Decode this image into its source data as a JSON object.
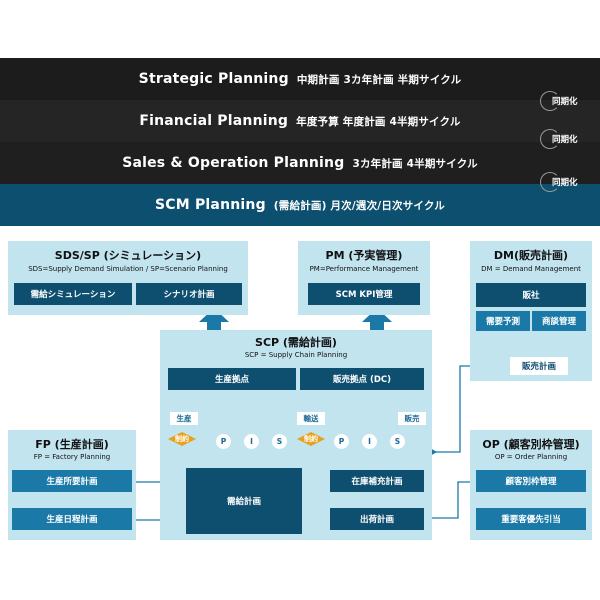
{
  "bands": [
    {
      "en": "Strategic Planning",
      "jp": "中期計画  3カ年計画  半期サイクル"
    },
    {
      "en": "Financial  Planning",
      "jp": "年度予算  年度計画  4半期サイクル"
    },
    {
      "en": "Sales & Operation Planning",
      "jp": "3カ年計画  4半期サイクル"
    },
    {
      "en": "SCM Planning",
      "jp": "(需給計画) 月次/週次/日次サイクル"
    }
  ],
  "sync_label": "同期化",
  "sds": {
    "title": "SDS/SP (シミュレーション)",
    "sub": "SDS=Supply Demand Simulation / SP=Scenario Planning",
    "btn1": "需給シミュレーション",
    "btn2": "シナリオ計画"
  },
  "pm": {
    "title": "PM (予実管理)",
    "sub": "PM=Performance Management",
    "btn": "SCM KPI管理"
  },
  "dm": {
    "title": "DM(販売計画)",
    "sub": "DM = Demand Management",
    "head": "販社",
    "btn1": "需要予測",
    "btn2": "商談管理",
    "btn3": "販売計画"
  },
  "scp": {
    "title": "SCP (需給計画)",
    "sub": "SCP = Supply Chain Planning",
    "base1": "生産拠点",
    "base2": "販売拠点 (DC)",
    "lbl_prod": "生産",
    "lbl_trans": "輸送",
    "lbl_sales": "販売",
    "constraint": "制約",
    "p": "P",
    "i": "I",
    "s": "S",
    "main": "需給計画",
    "btn_stock": "在庫補充計画",
    "btn_ship": "出荷計画"
  },
  "fp": {
    "title": "FP (生産計画)",
    "sub": "FP = Factory Planning",
    "btn1": "生産所要計画",
    "btn2": "生産日程計画"
  },
  "op": {
    "title": "OP (顧客別枠管理)",
    "sub": "OP = Order Planning",
    "btn1": "顧客別枠管理",
    "btn2": "重要客優先引当"
  },
  "colors": {
    "dark_blue": "#0e4f70",
    "mid_blue": "#1a79a7",
    "light_box": "#c2e4ef",
    "orange": "#e8a21a",
    "band_dark": "#1c1c1c",
    "band_blue": "#0d4f6e"
  }
}
